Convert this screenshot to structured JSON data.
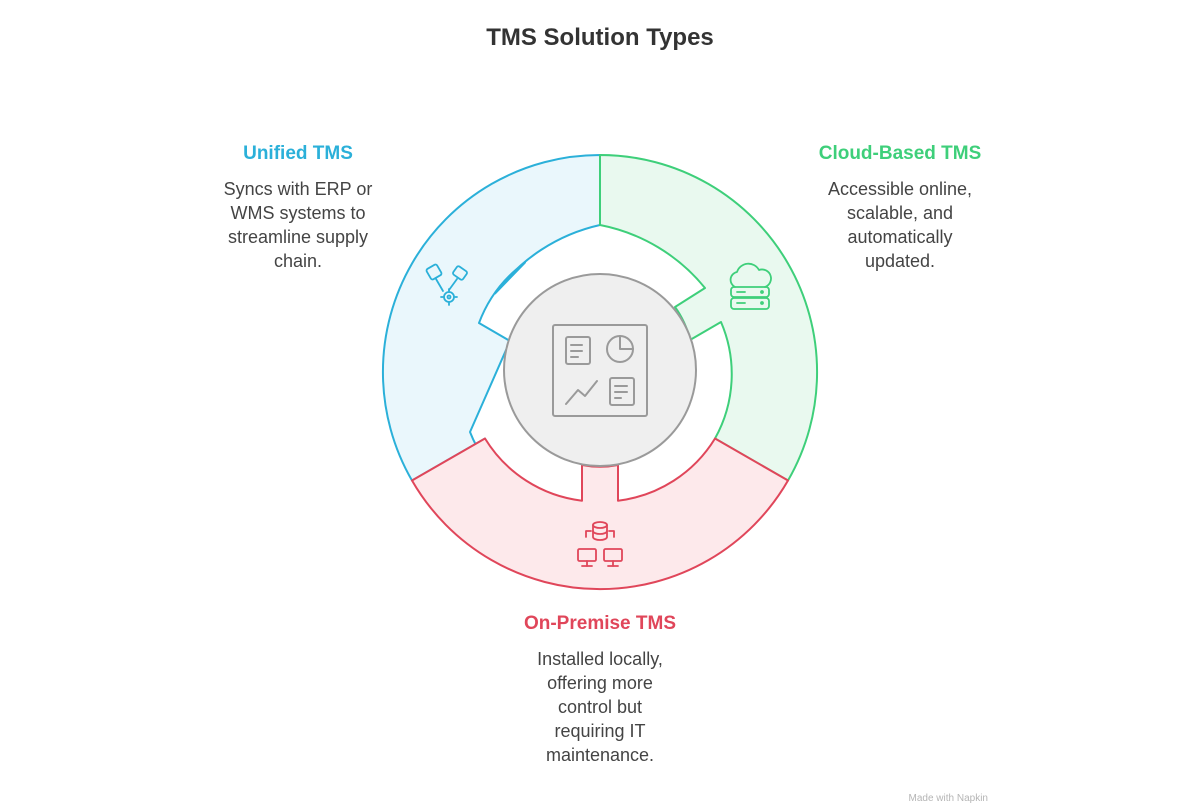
{
  "title": "TMS Solution Types",
  "colors": {
    "unified": "#2bb0d9",
    "cloud": "#3ecf7a",
    "onprem": "#e0465a",
    "hub": "#9a9a9a"
  },
  "segments": [
    {
      "key": "unified",
      "heading": "Unified TMS",
      "text": "Syncs with ERP or\nWMS systems to\nstreamline supply\nchain.",
      "icon": "tools-gear-icon"
    },
    {
      "key": "cloud",
      "heading": "Cloud-Based TMS",
      "text": "Accessible online,\nscalable, and\nautomatically\nupdated.",
      "icon": "cloud-server-icon"
    },
    {
      "key": "onprem",
      "heading": "On-Premise TMS",
      "text": "Installed locally,\noffering more\ncontrol but\nrequiring IT\nmaintenance.",
      "icon": "database-network-icon"
    }
  ],
  "hub_icon": "dashboard-icon",
  "footer": "Made with Napkin"
}
